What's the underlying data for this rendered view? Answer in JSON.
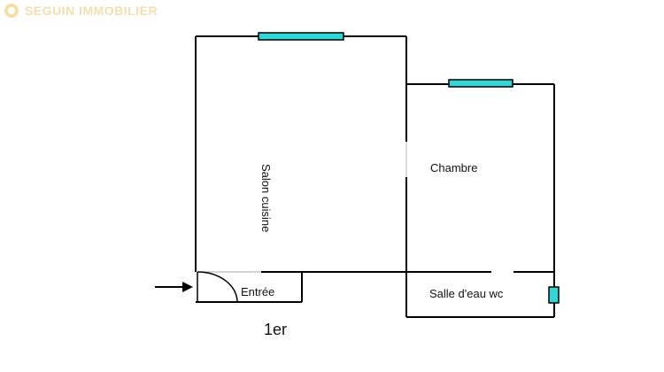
{
  "watermark": {
    "icon": "logo-icon",
    "text": "SEGUIN IMMOBILIER",
    "color": "#e0a800"
  },
  "plan": {
    "rooms": [
      {
        "id": "salon",
        "label": "Salon cuisine"
      },
      {
        "id": "chambre",
        "label": "Chambre"
      },
      {
        "id": "sde",
        "label": "Salle d'eau wc"
      },
      {
        "id": "entree",
        "label": "Entrée"
      }
    ],
    "floor": "1er",
    "window_color": "#33d6d6",
    "wall_color": "#000000",
    "entry_arrow_icon": "arrow-right-icon"
  }
}
